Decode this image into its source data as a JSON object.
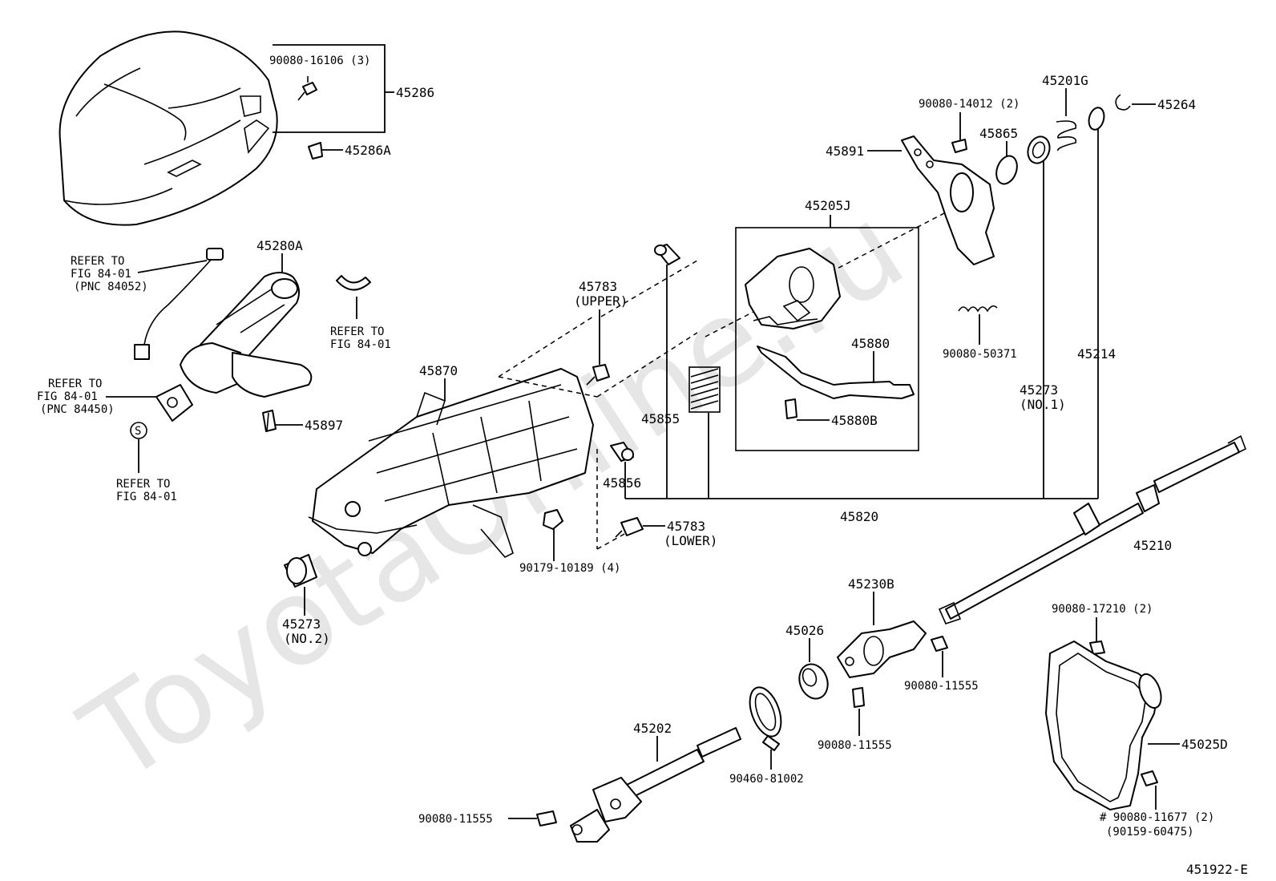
{
  "watermark": "ToyotaOnline.ru",
  "figure_code": "451922-E",
  "callouts": {
    "c45286": "45286",
    "c90080_16106": "90080-16106 (3)",
    "c45286A": "45286A",
    "c45280A": "45280A",
    "refer1_a": "REFER TO",
    "refer1_b": "FIG 84-01",
    "refer1_c": "(PNC 84052)",
    "refer2_a": "REFER TO",
    "refer2_b": "FIG 84-01",
    "refer3_a": "REFER TO",
    "refer3_b": "FIG 84-01",
    "refer3_c": "(PNC 84450)",
    "refer4_a": "REFER TO",
    "refer4_b": "FIG 84-01",
    "s_symbol": "S",
    "c45897": "45897",
    "c45870": "45870",
    "c45783u_a": "45783",
    "c45783u_b": "(UPPER)",
    "c45855": "45855",
    "c45856": "45856",
    "c45783l_a": "45783",
    "c45783l_b": "(LOWER)",
    "c90179_10189": "90179-10189 (4)",
    "c45273n2_a": "45273",
    "c45273n2_b": "(NO.2)",
    "c45820": "45820",
    "c45205J": "45205J",
    "c45880": "45880",
    "c45880B": "45880B",
    "c45891": "45891",
    "c90080_14012": "90080-14012 (2)",
    "c45865": "45865",
    "c45201G": "45201G",
    "c45264": "45264",
    "c90080_50371": "90080-50371",
    "c45273n1_a": "45273",
    "c45273n1_b": "(NO.1)",
    "c45214": "45214",
    "c45210": "45210",
    "c45230B": "45230B",
    "c45026": "45026",
    "c90080_11555a": "90080-11555",
    "c90080_11555b": "90080-11555",
    "c45202": "45202",
    "c90460_81002": "90460-81002",
    "c90080_11555c": "90080-11555",
    "c90080_17210": "90080-17210 (2)",
    "c45025D": "45025D",
    "c90080_11677": "# 90080-11677 (2)",
    "c90159_60475": "(90159-60475)"
  }
}
